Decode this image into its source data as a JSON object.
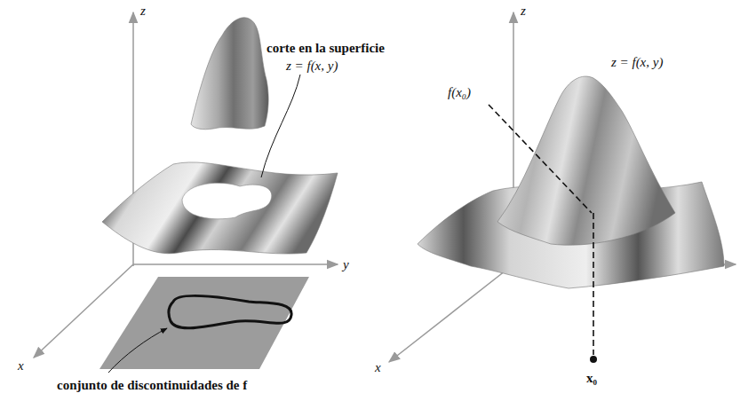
{
  "diagram": {
    "labels": [
      "z",
      "corte en la superficie",
      "z = f(x, y)",
      "y",
      "x",
      "conjunto de discontinuidades de f",
      "z",
      "z = f(x, y)",
      "f(x₀)",
      "x",
      "x₀"
    ]
  }
}
